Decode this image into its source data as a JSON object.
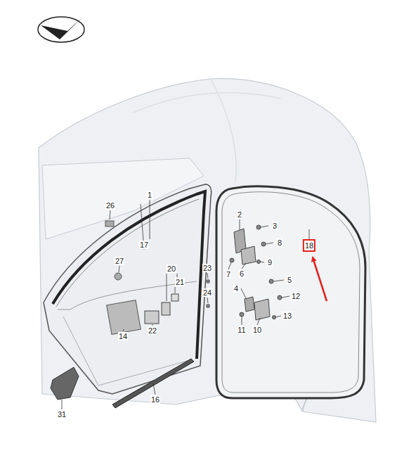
{
  "diagram": {
    "nodes": [
      {
        "text": [
          "18"
        ]
      }
    ],
    "labels": [
      "1",
      "17",
      "26",
      "27",
      "20",
      "21",
      "23",
      "24",
      "22",
      "14",
      "16",
      "31",
      "2",
      "3",
      "8",
      "6",
      "7",
      "9",
      "4",
      "5",
      "12",
      "11",
      "10",
      "13"
    ]
  }
}
